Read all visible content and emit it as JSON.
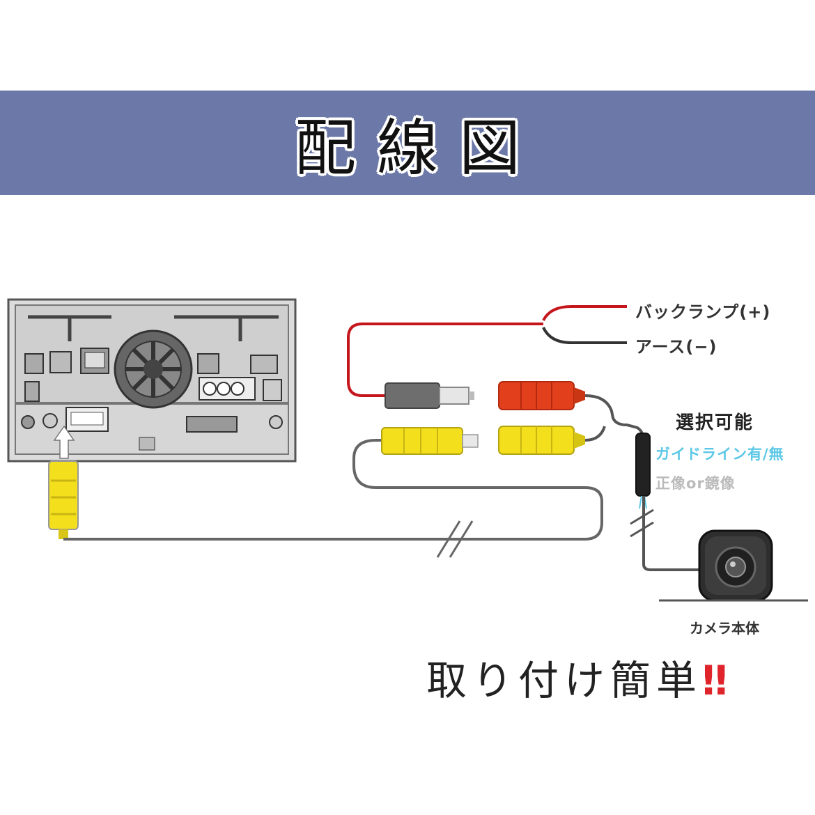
{
  "title": "配線図",
  "labels": {
    "back_lamp": "バックランプ(+)",
    "earth": "アース(−)",
    "selectable": "選択可能",
    "guideline": "ガイドライン有/無",
    "mirror": "正像or鏡像",
    "camera": "カメラ本体"
  },
  "footer": {
    "text": "取り付け簡単",
    "emphasis": "‼"
  },
  "colors": {
    "banner": "#6b78a8",
    "guideline_text": "#5cc8e6",
    "mirror_text": "#bbbbbb",
    "emphasis": "#e0242b",
    "red_wire": "#c4161c",
    "yellow_connector": "#f3df1c",
    "red_connector": "#e2401c"
  }
}
